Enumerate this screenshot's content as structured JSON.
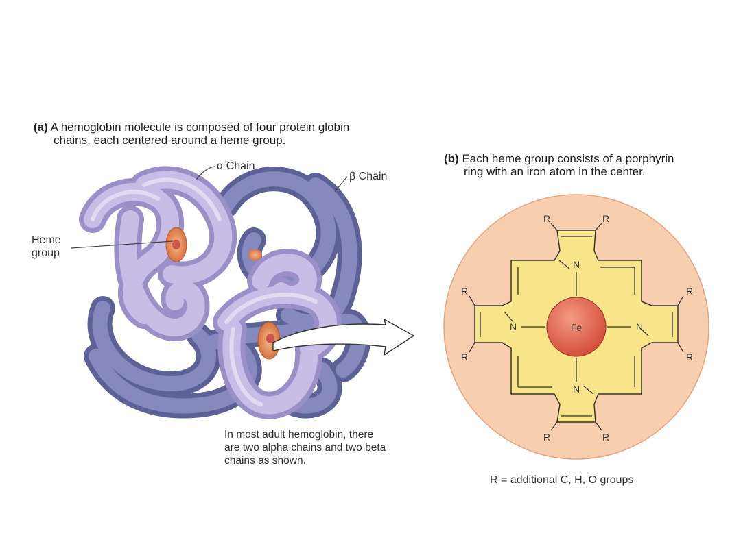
{
  "panel_a": {
    "tag": "(a)",
    "caption_line1": "A hemoglobin molecule is composed of four protein globin",
    "caption_line2": "chains, each centered around a heme group.",
    "alpha_label": "α Chain",
    "beta_label": "β Chain",
    "heme_label_line1": "Heme",
    "heme_label_line2": "group",
    "note_line1": "In most adult hemoglobin, there",
    "note_line2": "are two alpha chains and two beta",
    "note_line3": "chains as shown."
  },
  "panel_b": {
    "tag": "(b)",
    "caption_line1": "Each heme group consists of a porphyrin",
    "caption_line2": "ring with an iron atom in the center.",
    "iron": "Fe",
    "nitrogen": "N",
    "r_group": "R",
    "legend": "R = additional C, H, O groups"
  },
  "colors": {
    "alpha_chain": "#b9addb",
    "beta_chain": "#7d82b4",
    "heme_disc": "#e8935a",
    "heme_core": "#c9564f",
    "circle_bg": "#f8cfae",
    "ring_fill": "#f8e58a",
    "iron": "#e06b55"
  }
}
